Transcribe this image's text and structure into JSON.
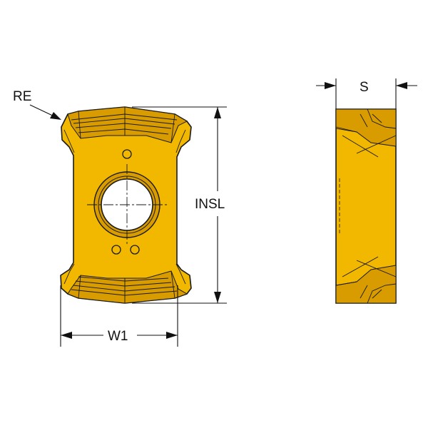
{
  "labels": {
    "re": "RE",
    "insl": "INSL",
    "w1": "W1",
    "s": "S"
  },
  "colors": {
    "insert_fill": "#F2B800",
    "insert_shade": "#D89C00",
    "outline": "#1a1a1a",
    "background": "#ffffff"
  }
}
